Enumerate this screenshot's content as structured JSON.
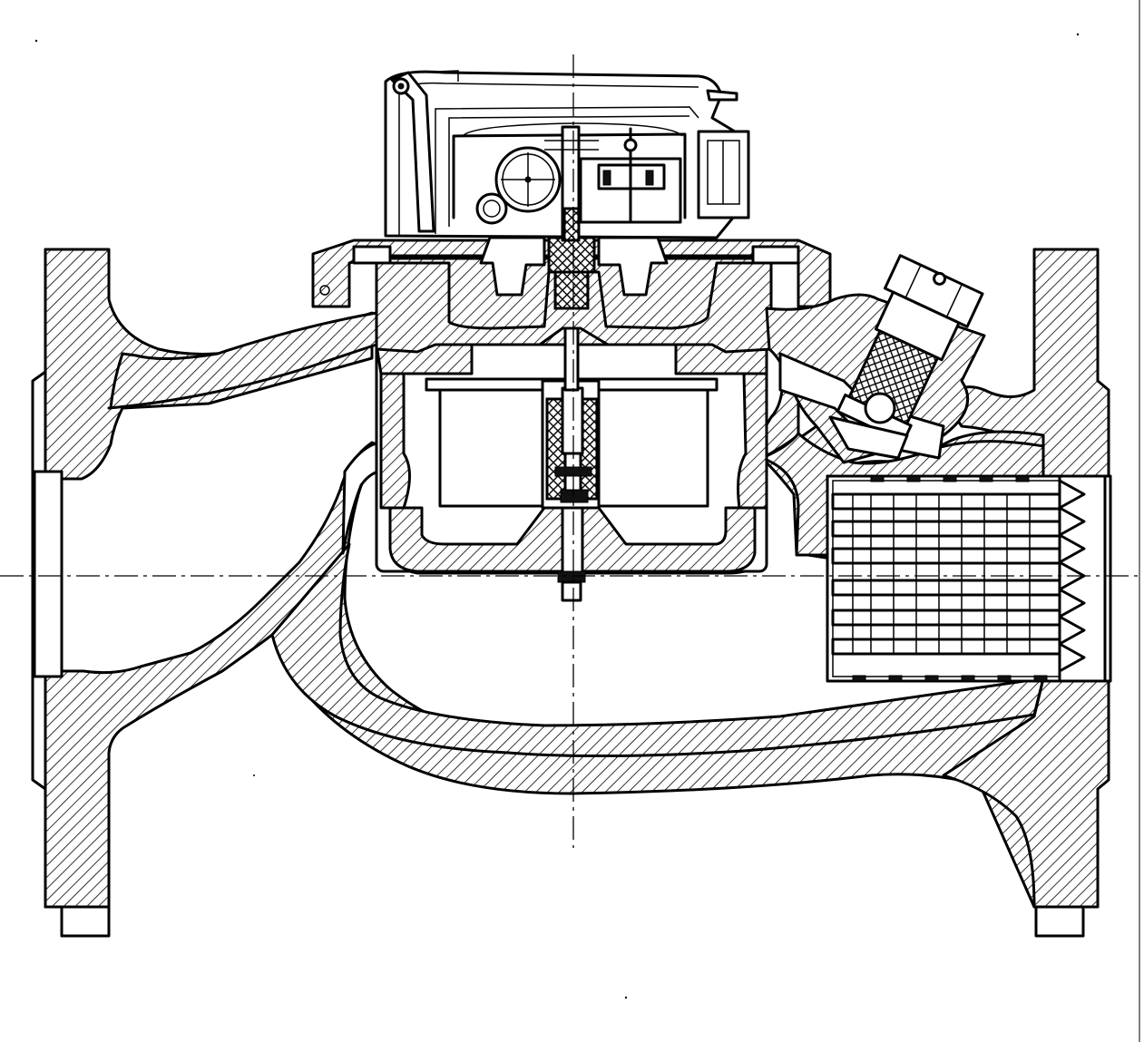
{
  "drawing": {
    "colors": {
      "line": "#000000",
      "background": "#ffffff"
    },
    "components": [
      "inlet-flange",
      "outlet-flange",
      "meter-body",
      "register-head",
      "measuring-chamber",
      "inlet-strainer",
      "regulator-valve",
      "drive-spindle"
    ]
  }
}
